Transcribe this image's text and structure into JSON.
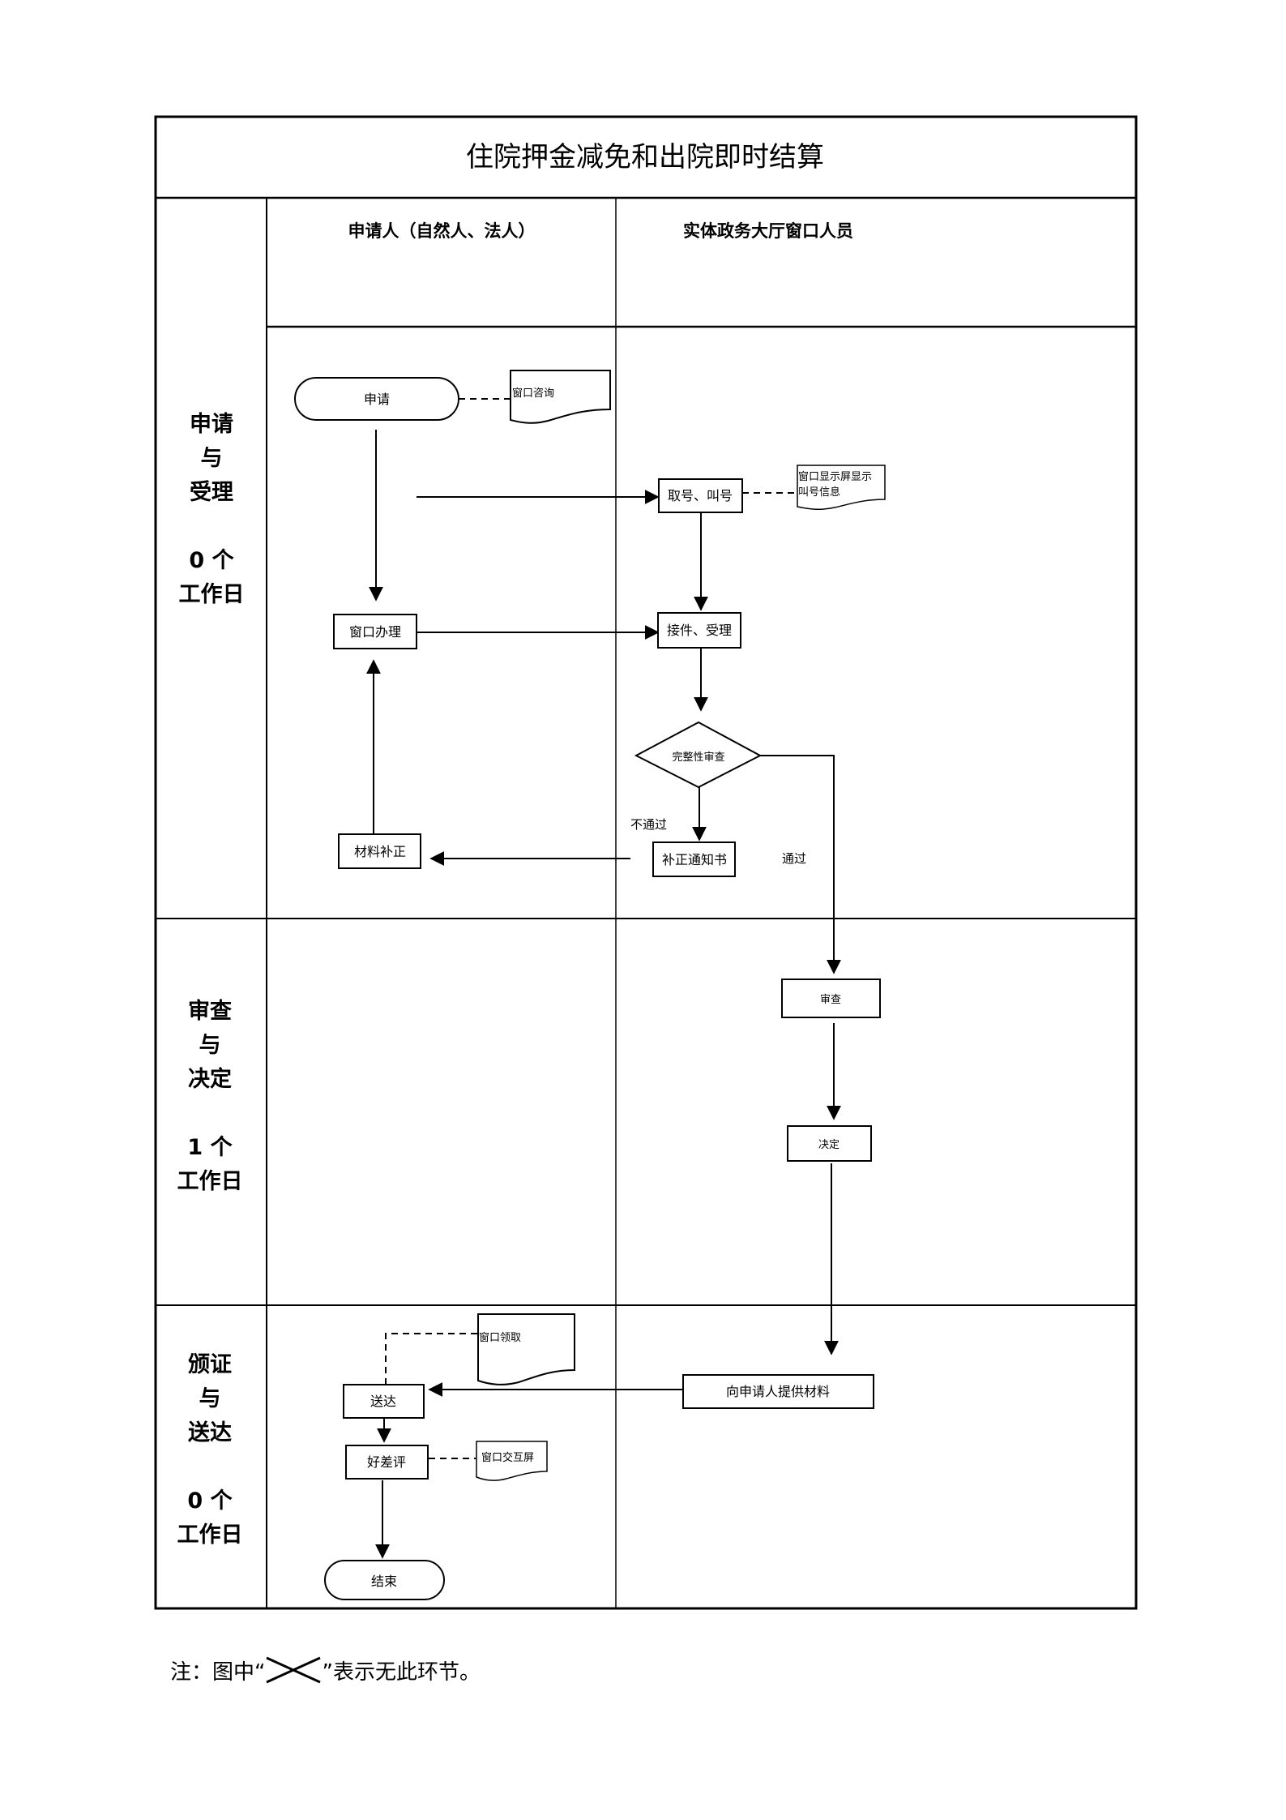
{
  "title": "住院押金减免和出院即时结算",
  "lanes": [
    {
      "id": "applicant",
      "label": "申请人（自然人、法人）"
    },
    {
      "id": "window",
      "label": "实体政务大厅窗口人员"
    }
  ],
  "phases": [
    {
      "name_lines": [
        "申请",
        "与",
        "受理"
      ],
      "days_lines": [
        "0 个",
        "工作日"
      ]
    },
    {
      "name_lines": [
        "审查",
        "与",
        "决定"
      ],
      "days_lines": [
        "1 个",
        "工作日"
      ]
    },
    {
      "name_lines": [
        "颁证",
        "与",
        "送达"
      ],
      "days_lines": [
        "0 个",
        "工作日"
      ]
    }
  ],
  "nodes": {
    "apply": {
      "label": "申请",
      "shape": "terminator",
      "lane": "applicant",
      "phase": 0
    },
    "apply_doc": {
      "label": "窗口咨询",
      "shape": "document",
      "lane": "applicant",
      "phase": 0
    },
    "take_number": {
      "label": "取号、叫号",
      "shape": "process",
      "lane": "window",
      "phase": 0
    },
    "take_number_doc": {
      "label_lines": [
        "窗口显示屏显示",
        "叫号信息"
      ],
      "shape": "document",
      "lane": "window",
      "phase": 0
    },
    "window_handle": {
      "label": "窗口办理",
      "shape": "process",
      "lane": "applicant",
      "phase": 0
    },
    "receive": {
      "label": "接件、受理",
      "shape": "process",
      "lane": "window",
      "phase": 0
    },
    "completeness": {
      "label": "完整性审查",
      "shape": "decision",
      "lane": "window",
      "phase": 0
    },
    "supplement_notice": {
      "label": "补正通知书",
      "shape": "process",
      "lane": "window",
      "phase": 0
    },
    "supplement": {
      "label": "材料补正",
      "shape": "process",
      "lane": "applicant",
      "phase": 0
    },
    "review": {
      "label": "审查",
      "shape": "process",
      "lane": "window",
      "phase": 1
    },
    "decide": {
      "label": "决定",
      "shape": "process",
      "lane": "window",
      "phase": 1
    },
    "provide": {
      "label": "向申请人提供材料",
      "shape": "process",
      "lane": "window",
      "phase": 2
    },
    "deliver": {
      "label": "送达",
      "shape": "process",
      "lane": "applicant",
      "phase": 2
    },
    "deliver_doc": {
      "label": "窗口领取",
      "shape": "document",
      "lane": "applicant",
      "phase": 2
    },
    "rating": {
      "label": "好差评",
      "shape": "process",
      "lane": "applicant",
      "phase": 2
    },
    "rating_doc": {
      "label": "窗口交互屏",
      "shape": "document",
      "lane": "applicant",
      "phase": 2
    },
    "end": {
      "label": "结束",
      "shape": "terminator",
      "lane": "applicant",
      "phase": 2
    }
  },
  "edges": [
    {
      "from": "apply",
      "to": "window_handle",
      "style": "solid"
    },
    {
      "from": "apply",
      "to": "take_number",
      "style": "solid"
    },
    {
      "from": "apply",
      "to": "apply_doc",
      "style": "dashed"
    },
    {
      "from": "take_number",
      "to": "take_number_doc",
      "style": "dashed"
    },
    {
      "from": "take_number",
      "to": "receive",
      "style": "solid"
    },
    {
      "from": "window_handle",
      "to": "receive",
      "style": "solid"
    },
    {
      "from": "receive",
      "to": "completeness",
      "style": "solid"
    },
    {
      "from": "completeness",
      "to": "supplement_notice",
      "style": "solid",
      "label": "不通过"
    },
    {
      "from": "completeness",
      "to": "review",
      "style": "solid",
      "label": "通过"
    },
    {
      "from": "supplement_notice",
      "to": "supplement",
      "style": "solid"
    },
    {
      "from": "supplement",
      "to": "window_handle",
      "style": "solid"
    },
    {
      "from": "review",
      "to": "decide",
      "style": "solid"
    },
    {
      "from": "decide",
      "to": "provide",
      "style": "solid"
    },
    {
      "from": "provide",
      "to": "deliver",
      "style": "solid"
    },
    {
      "from": "deliver",
      "to": "deliver_doc",
      "style": "dashed"
    },
    {
      "from": "deliver",
      "to": "rating",
      "style": "solid"
    },
    {
      "from": "rating",
      "to": "rating_doc",
      "style": "dashed"
    },
    {
      "from": "rating",
      "to": "end",
      "style": "solid"
    }
  ],
  "note": {
    "prefix": "注：图中“",
    "symbol": "cross-icon",
    "suffix": "”表示无此环节。"
  }
}
